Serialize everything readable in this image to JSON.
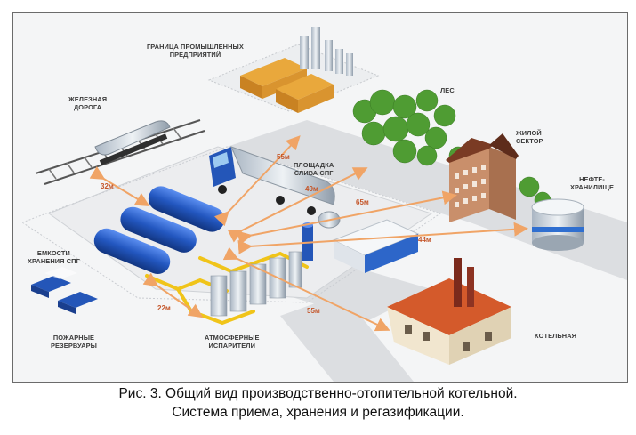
{
  "labels": {
    "industrial_boundary": [
      "ГРАНИЦА ПРОМЫШЛЕННЫХ",
      "ПРЕДПРИЯТИЙ"
    ],
    "railway": [
      "ЖЕЛЕЗНАЯ",
      "ДОРОГА"
    ],
    "forest": "ЛЕС",
    "residential": [
      "ЖИЛОЙ",
      "СЕКТОР"
    ],
    "oil_storage": [
      "НЕФТЕ-",
      "ХРАНИЛИЩЕ"
    ],
    "lpg_unloading": [
      "ПЛОЩАДКА",
      "СЛИВА СПГ"
    ],
    "lpg_storage": [
      "ЕМКОСТИ",
      "ХРАНЕНИЯ СПГ"
    ],
    "fire_reservoirs": [
      "ПОЖАРНЫЕ",
      "РЕЗЕРВУАРЫ"
    ],
    "vaporizers": [
      "АТМОСФЕРНЫЕ",
      "ИСПАРИТЕЛИ"
    ],
    "boiler_house": "КОТЕЛЬНАЯ"
  },
  "distances": {
    "to_industry": "55м",
    "to_railway": "32м",
    "to_forest": "49м",
    "to_residential": "65м",
    "to_oil": "44м",
    "to_vaporizers": "22м",
    "to_boiler": "55м"
  },
  "caption": {
    "line1": "Рис. 3. Общий вид производственно-отопительной котельной.",
    "line2": "Система приема, хранения и регазификации."
  },
  "colors": {
    "arrow": "#f0a466",
    "tank": "#2357c0",
    "roof": "#c94f24",
    "trees": "#4f9c33",
    "road": "#d9dbde"
  }
}
